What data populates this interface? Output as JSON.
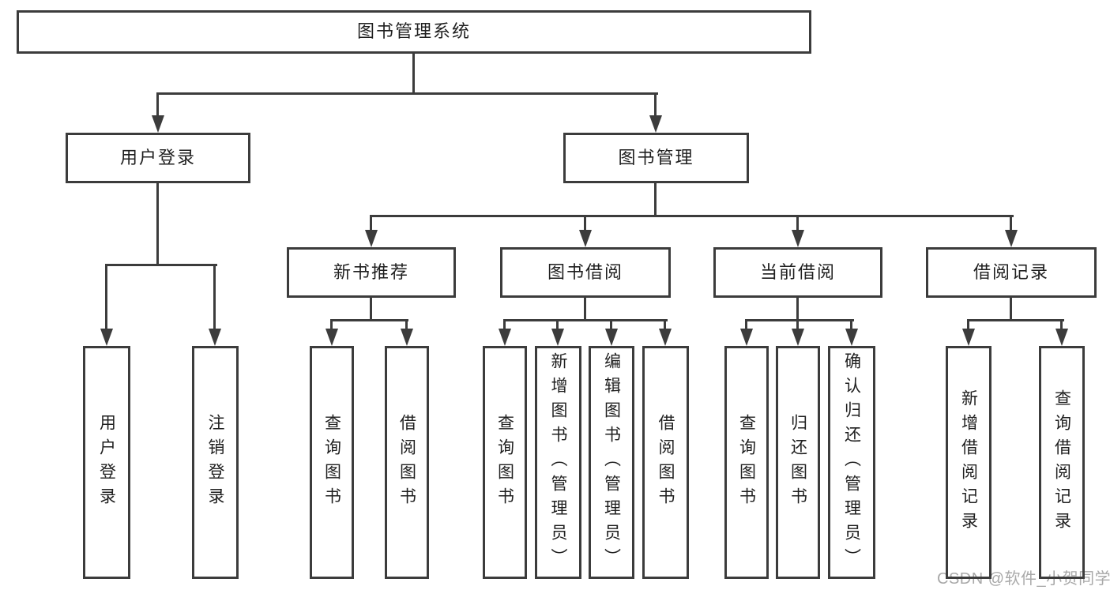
{
  "diagram": {
    "title": "图书管理系统",
    "level2": [
      {
        "label": "用户登录"
      },
      {
        "label": "图书管理"
      }
    ],
    "level3": [
      {
        "label": "新书推荐"
      },
      {
        "label": "图书借阅"
      },
      {
        "label": "当前借阅"
      },
      {
        "label": "借阅记录"
      }
    ],
    "leaves": [
      {
        "label": "用户登录"
      },
      {
        "label": "注销登录"
      },
      {
        "label": "查询图书"
      },
      {
        "label": "借阅图书"
      },
      {
        "label": "查询图书"
      },
      {
        "label": "新增图书（管理员）"
      },
      {
        "label": "编辑图书（管理员）"
      },
      {
        "label": "借阅图书"
      },
      {
        "label": "查询图书"
      },
      {
        "label": "归还图书"
      },
      {
        "label": "确认归还（管理员）"
      },
      {
        "label": "新增借阅记录"
      },
      {
        "label": "查询借阅记录"
      }
    ],
    "colors": {
      "line": "#3c3c3c",
      "text": "#1f1f1f",
      "background": "#ffffff",
      "watermark": "#a9a9a9"
    }
  },
  "watermark": {
    "text": "CSDN @软件_小贺同学"
  }
}
